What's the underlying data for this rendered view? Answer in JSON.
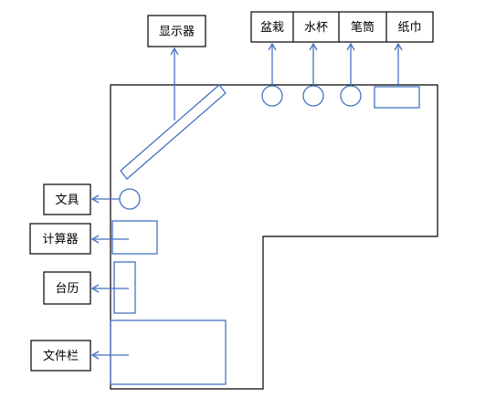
{
  "labels": {
    "monitor": "显示器",
    "plant_pot": "盆栽",
    "water_cup": "水杯",
    "pen_holder": "笔筒",
    "tissue": "纸巾",
    "stationery": "文具",
    "calculator": "计算器",
    "desk_calendar": "台历",
    "file_rack": "文件栏"
  },
  "colors": {
    "outline": "#000000",
    "item": "#4472c4",
    "arrow": "#4472c4"
  }
}
